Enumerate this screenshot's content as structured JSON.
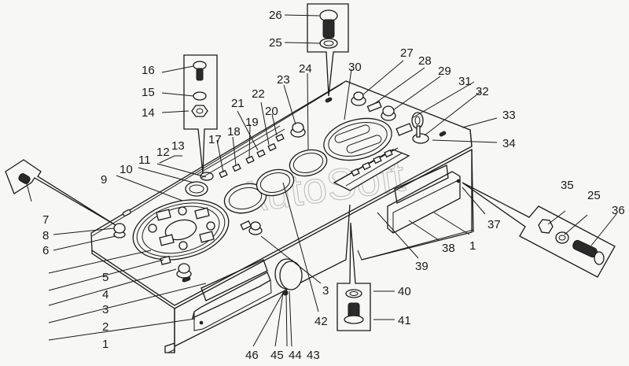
{
  "figure": {
    "type": "exploded parts diagram",
    "subject": "instrument panel assembly",
    "watermark": "AutoSoft"
  },
  "callouts": [
    {
      "id": "c1a",
      "number": "1"
    },
    {
      "id": "c2",
      "number": "2"
    },
    {
      "id": "c3a",
      "number": "3"
    },
    {
      "id": "c4",
      "number": "4"
    },
    {
      "id": "c5",
      "number": "5"
    },
    {
      "id": "c6",
      "number": "6"
    },
    {
      "id": "c7",
      "number": "7"
    },
    {
      "id": "c8",
      "number": "8"
    },
    {
      "id": "c9",
      "number": "9"
    },
    {
      "id": "c10",
      "number": "10"
    },
    {
      "id": "c11",
      "number": "11"
    },
    {
      "id": "c12",
      "number": "12"
    },
    {
      "id": "c13",
      "number": "13"
    },
    {
      "id": "c14",
      "number": "14"
    },
    {
      "id": "c15",
      "number": "15"
    },
    {
      "id": "c16",
      "number": "16"
    },
    {
      "id": "c17",
      "number": "17"
    },
    {
      "id": "c18",
      "number": "18"
    },
    {
      "id": "c19",
      "number": "19"
    },
    {
      "id": "c20",
      "number": "20"
    },
    {
      "id": "c21",
      "number": "21"
    },
    {
      "id": "c22",
      "number": "22"
    },
    {
      "id": "c23",
      "number": "23"
    },
    {
      "id": "c24",
      "number": "24"
    },
    {
      "id": "c25a",
      "number": "25"
    },
    {
      "id": "c26",
      "number": "26"
    },
    {
      "id": "c27",
      "number": "27"
    },
    {
      "id": "c28",
      "number": "28"
    },
    {
      "id": "c29",
      "number": "29"
    },
    {
      "id": "c30",
      "number": "30"
    },
    {
      "id": "c31",
      "number": "31"
    },
    {
      "id": "c32",
      "number": "32"
    },
    {
      "id": "c33",
      "number": "33"
    },
    {
      "id": "c34",
      "number": "34"
    },
    {
      "id": "c35",
      "number": "35"
    },
    {
      "id": "c25b",
      "number": "25"
    },
    {
      "id": "c36",
      "number": "36"
    },
    {
      "id": "c37",
      "number": "37"
    },
    {
      "id": "c1b",
      "number": "1"
    },
    {
      "id": "c38",
      "number": "38"
    },
    {
      "id": "c39",
      "number": "39"
    },
    {
      "id": "c40",
      "number": "40"
    },
    {
      "id": "c41",
      "number": "41"
    },
    {
      "id": "c42",
      "number": "42"
    },
    {
      "id": "c3b",
      "number": "3"
    },
    {
      "id": "c43",
      "number": "43"
    },
    {
      "id": "c44",
      "number": "44"
    },
    {
      "id": "c45",
      "number": "45"
    },
    {
      "id": "c46",
      "number": "46"
    }
  ]
}
